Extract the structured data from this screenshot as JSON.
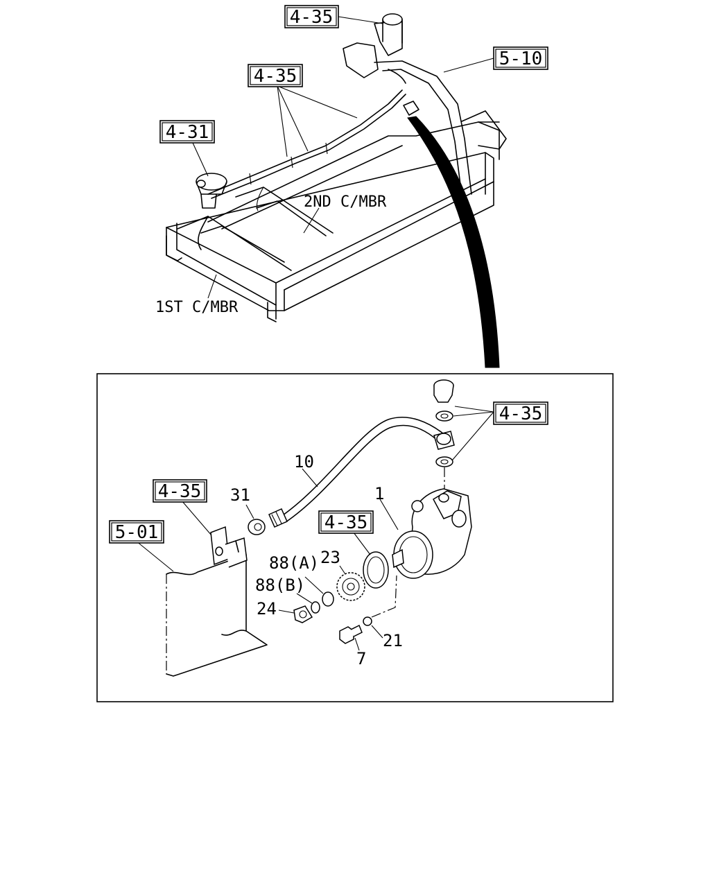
{
  "diagram": {
    "top_view": {
      "ref_labels": [
        "4-35",
        "5-10",
        "4-35",
        "4-31"
      ],
      "member_labels": [
        "2ND C/MBR",
        "1ST C/MBR"
      ]
    },
    "detail_view": {
      "ref_labels": [
        "4-35",
        "4-35",
        "5-01",
        "4-35"
      ],
      "part_numbers": [
        "10",
        "1",
        "31",
        "23",
        "88(A)",
        "88(B)",
        "24",
        "21",
        "7"
      ]
    }
  }
}
